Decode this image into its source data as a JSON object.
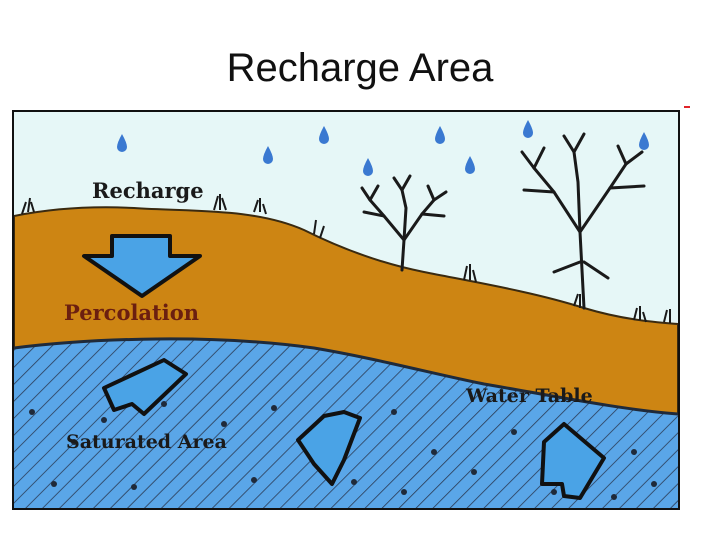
{
  "slide": {
    "title": "Recharge Area"
  },
  "diagram": {
    "labels": {
      "recharge": "Recharge",
      "percolation": "Percolation",
      "water_table": "Water Table",
      "saturated_area": "Saturated Area"
    },
    "colors": {
      "sky": "#e6f7f7",
      "soil": "#cd8513",
      "saturated": "#5aa6e8",
      "arrow": "#4aa3e6",
      "rain_drop": "#3a79d1",
      "percolation_text": "#6b1f10"
    }
  }
}
